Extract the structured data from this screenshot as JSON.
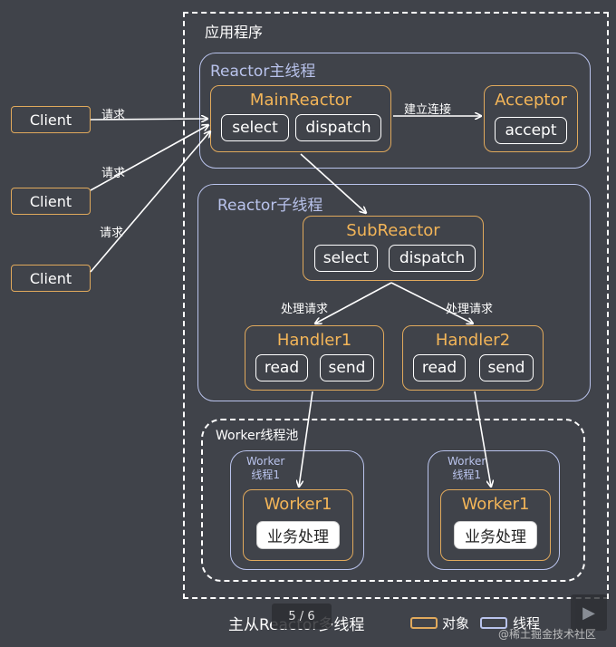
{
  "app": {
    "title": "应用程序"
  },
  "clients": [
    {
      "label": "Client",
      "request_label": "请求"
    },
    {
      "label": "Client",
      "request_label": "请求"
    },
    {
      "label": "Client",
      "request_label": "请求"
    }
  ],
  "main_thread": {
    "title": "Reactor主线程",
    "main_reactor": {
      "title": "MainReactor",
      "ops": [
        "select",
        "dispatch"
      ]
    },
    "connect_label": "建立连接",
    "acceptor": {
      "title": "Acceptor",
      "ops": [
        "accept"
      ]
    }
  },
  "sub_thread": {
    "title": "Reactor子线程",
    "sub_reactor": {
      "title": "SubReactor",
      "ops": [
        "select",
        "dispatch"
      ]
    },
    "handle_labels": [
      "处理请求",
      "处理请求"
    ],
    "handlers": [
      {
        "title": "Handler1",
        "ops": [
          "read",
          "send"
        ]
      },
      {
        "title": "Handler2",
        "ops": [
          "read",
          "send"
        ]
      }
    ]
  },
  "worker_pool": {
    "title": "Worker线程池",
    "threads": [
      {
        "name_line1": "Worker",
        "name_line2": "线程1",
        "worker_title": "Worker1",
        "task": "业务处理"
      },
      {
        "name_line1": "Worker",
        "name_line2": "线程1",
        "worker_title": "Worker1",
        "task": "业务处理"
      }
    ]
  },
  "footer": {
    "caption": "主从Reactor多线程",
    "legend_object": "对象",
    "legend_thread": "线程",
    "page_indicator": "5 / 6",
    "watermark": "@稀土掘金技术社区"
  },
  "colors": {
    "background": "#40434a",
    "object": "#e0a95c",
    "thread": "#b9c3ec",
    "object_title": "#f3b558"
  }
}
